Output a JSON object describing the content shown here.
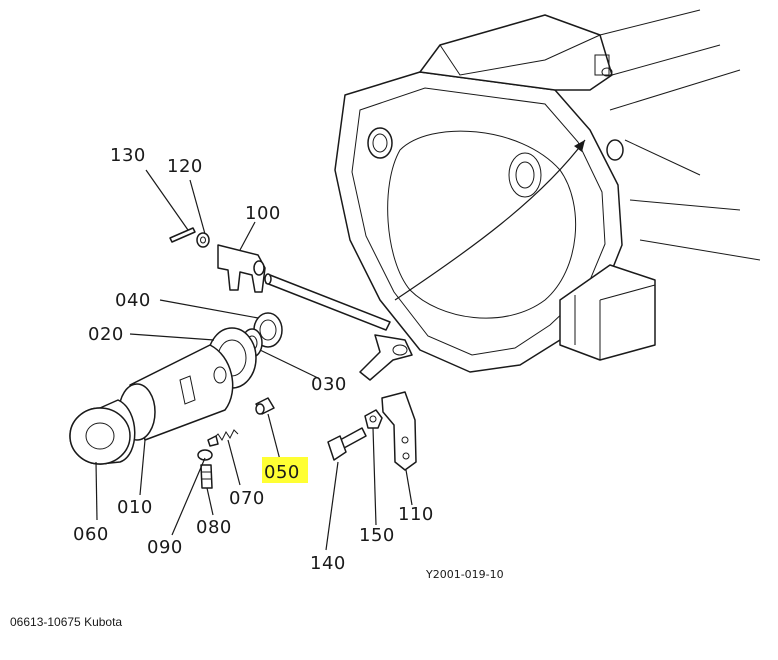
{
  "diagram": {
    "highlight_color": "#ffff33",
    "ref_code": "Y2001-019-10",
    "parts": [
      {
        "id": "130",
        "label": "130",
        "highlighted": false
      },
      {
        "id": "120",
        "label": "120",
        "highlighted": false
      },
      {
        "id": "100",
        "label": "100",
        "highlighted": false
      },
      {
        "id": "040",
        "label": "040",
        "highlighted": false
      },
      {
        "id": "020",
        "label": "020",
        "highlighted": false
      },
      {
        "id": "030",
        "label": "030",
        "highlighted": false
      },
      {
        "id": "050",
        "label": "050",
        "highlighted": true
      },
      {
        "id": "070",
        "label": "070",
        "highlighted": false
      },
      {
        "id": "060",
        "label": "060",
        "highlighted": false
      },
      {
        "id": "010",
        "label": "010",
        "highlighted": false
      },
      {
        "id": "090",
        "label": "090",
        "highlighted": false
      },
      {
        "id": "080",
        "label": "080",
        "highlighted": false
      },
      {
        "id": "140",
        "label": "140",
        "highlighted": false
      },
      {
        "id": "150",
        "label": "150",
        "highlighted": false
      },
      {
        "id": "110",
        "label": "110",
        "highlighted": false
      }
    ]
  },
  "caption": "06613-10675 Kubota"
}
